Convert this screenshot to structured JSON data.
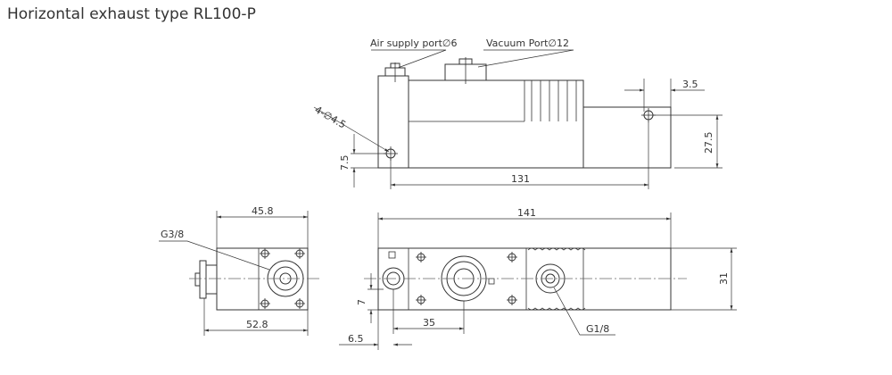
{
  "title": "Horizontal exhaust type RL100-P",
  "labels": {
    "air_supply_port": "Air supply port∅6",
    "vacuum_port": "Vacuum Port∅12",
    "holes": "4-∅4.5",
    "g38": "G3/8",
    "g18": "G1/8"
  },
  "dimensions": {
    "d_3_5": "3.5",
    "d_27_5": "27.5",
    "d_7_5": "7.5",
    "d_131": "131",
    "d_45_8": "45.8",
    "d_141": "141",
    "d_31": "31",
    "d_7": "7",
    "d_35": "35",
    "d_52_8": "52.8",
    "d_6_5": "6.5"
  }
}
